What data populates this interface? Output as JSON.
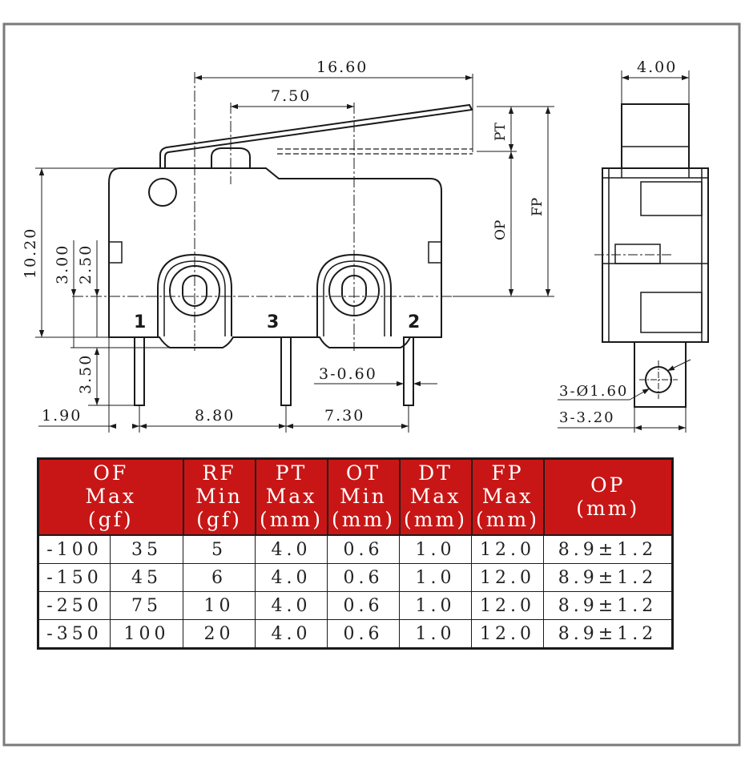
{
  "dimensions": {
    "top_width": "16.60",
    "actuator_position": "7.50",
    "side_width": "4.00",
    "pt": "PT",
    "op": "OP",
    "fp": "FP",
    "height": "10.20",
    "h_3_00": "3.00",
    "h_2_50": "2.50",
    "pin_length": "3.50",
    "pin_width": "3-0.60",
    "left_offset": "1.90",
    "pitch_1_3": "8.80",
    "pitch_3_2": "7.30",
    "hole_diameter": "3-Ø1.60",
    "terminal_width": "3-3.20"
  },
  "terminals": {
    "t1": "1",
    "t3": "3",
    "t2": "2"
  },
  "colors": {
    "header_bg": "#c81616",
    "header_text": "#ffffff",
    "line": "#1a1a1a"
  },
  "table": {
    "headers": {
      "of": [
        "OF",
        "Max",
        "(gf)"
      ],
      "rf": [
        "RF",
        "Min",
        "(gf)"
      ],
      "pt": [
        "PT",
        "Max",
        "(mm)"
      ],
      "ot": [
        "OT",
        "Min",
        "(mm)"
      ],
      "dt": [
        "DT",
        "Max",
        "(mm)"
      ],
      "fp": [
        "FP",
        "Max",
        "(mm)"
      ],
      "op": [
        "OP",
        "(mm)"
      ]
    },
    "rows": [
      [
        "-100",
        "35",
        "5",
        "4.0",
        "0.6",
        "1.0",
        "12.0",
        "8.9±1.2"
      ],
      [
        "-150",
        "45",
        "6",
        "4.0",
        "0.6",
        "1.0",
        "12.0",
        "8.9±1.2"
      ],
      [
        "-250",
        "75",
        "10",
        "4.0",
        "0.6",
        "1.0",
        "12.0",
        "8.9±1.2"
      ],
      [
        "-350",
        "100",
        "20",
        "4.0",
        "0.6",
        "1.0",
        "12.0",
        "8.9±1.2"
      ]
    ]
  }
}
